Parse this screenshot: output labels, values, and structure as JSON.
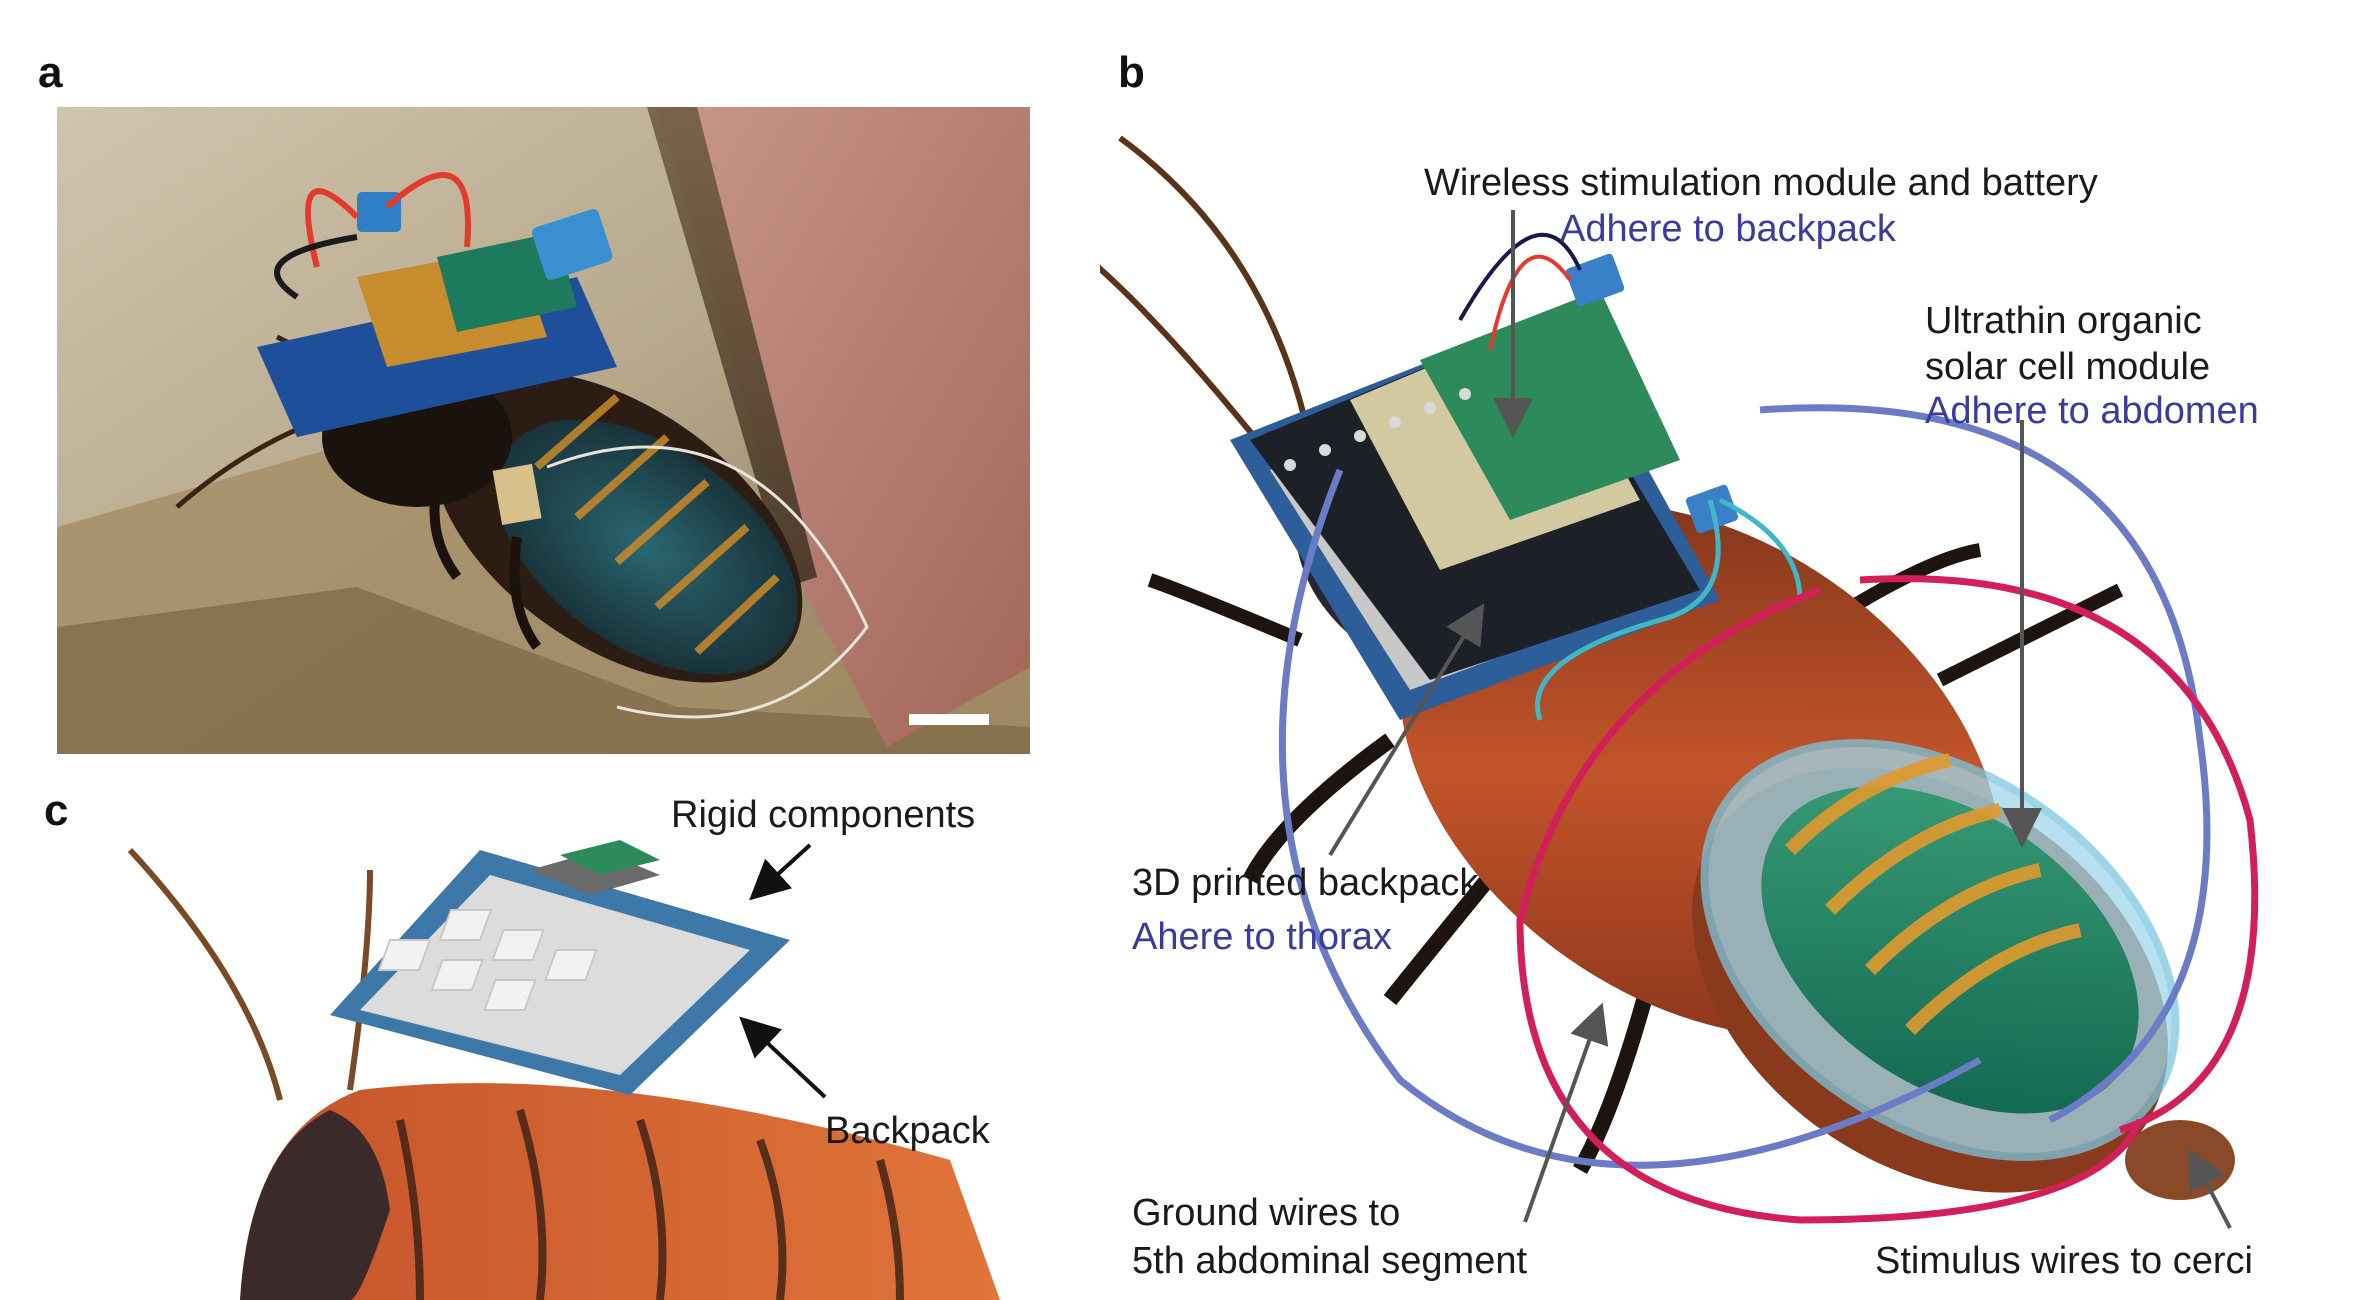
{
  "panels": {
    "a": "a",
    "b": "b",
    "c": "c"
  },
  "panel_b": {
    "module_label": "Wireless stimulation module and battery",
    "module_adhere": "Adhere to backpack",
    "solar_label_1": "Ultrathin organic",
    "solar_label_2": "solar cell module",
    "solar_adhere": "Adhere to abdomen",
    "backpack_label": "3D printed backpack",
    "backpack_adhere": "Ahere to thorax",
    "ground_1": "Ground wires to",
    "ground_2": "5th abdominal segment",
    "stimulus": "Stimulus wires to cerci"
  },
  "panel_c": {
    "rigid": "Rigid components",
    "backpack": "Backpack"
  },
  "colors": {
    "label_blue": "#3b3a9e",
    "wire_blue": "#6b7bc6",
    "wire_red": "#d21f5a",
    "arrow_gray": "#555555"
  }
}
